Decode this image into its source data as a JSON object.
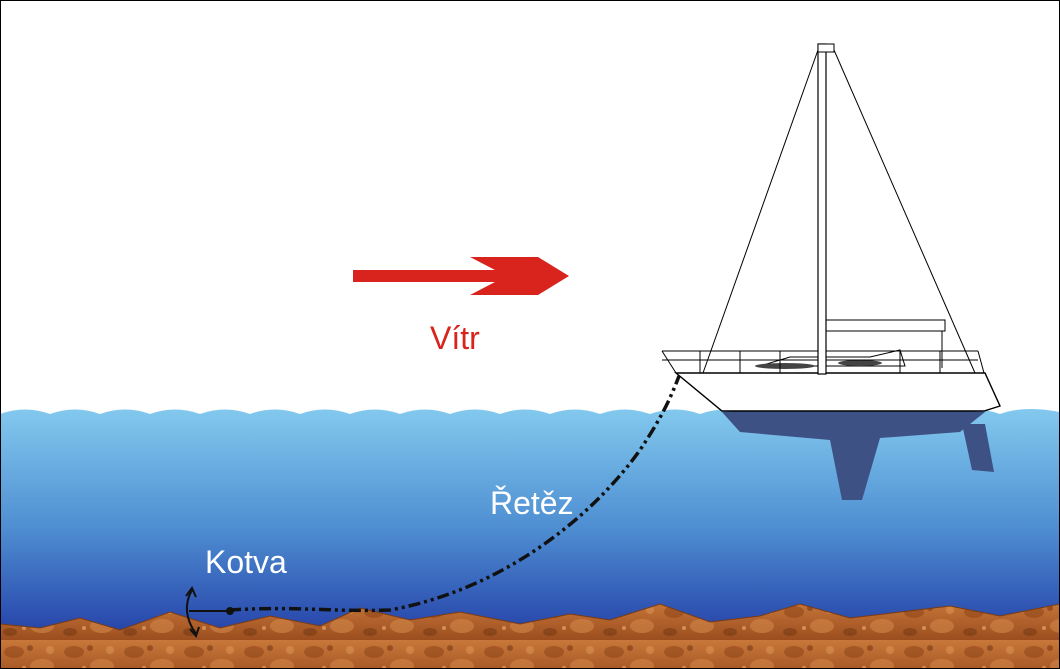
{
  "labels": {
    "wind": "Vítr",
    "chain": "Řetěz",
    "anchor": "Kotva"
  },
  "colors": {
    "sky": "#ffffff",
    "water_top": "#7cc3ea",
    "water_bottom": "#1f3a9e",
    "seabed": "#b8652a",
    "wind_arrow": "#d9231d",
    "hull_shadow": "#3d5184",
    "chain": "#111111"
  },
  "icons": [
    "wind-arrow-icon",
    "sailboat-icon",
    "anchor-icon"
  ]
}
